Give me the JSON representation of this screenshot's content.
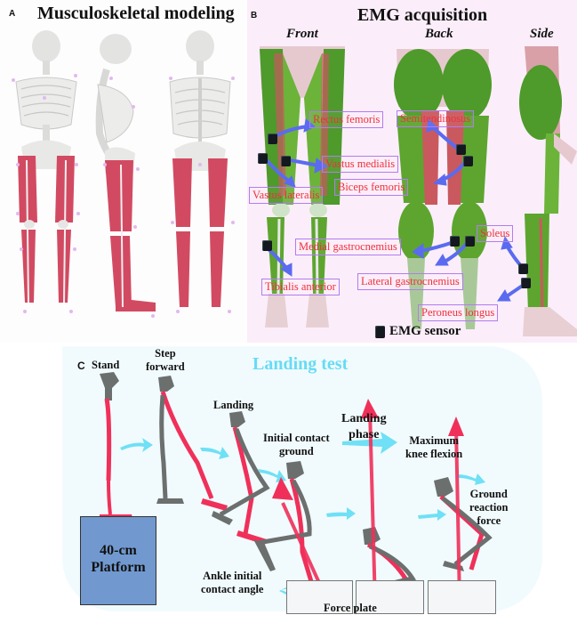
{
  "panel_a": {
    "letter": "A",
    "title": "Musculoskeletal modeling",
    "views": [
      "front",
      "side",
      "back"
    ]
  },
  "panel_b": {
    "letter": "B",
    "title": "EMG acquisition",
    "views": {
      "front": "Front",
      "back": "Back",
      "side": "Side"
    },
    "muscles": [
      {
        "name": "Rectus femoris",
        "view": "front"
      },
      {
        "name": "Vastus medialis",
        "view": "front"
      },
      {
        "name": "Vastus lateralis",
        "view": "front"
      },
      {
        "name": "Tibialis anterior",
        "view": "front"
      },
      {
        "name": "Semitendinosus",
        "view": "back"
      },
      {
        "name": "Biceps femoris",
        "view": "back"
      },
      {
        "name": "Medial gastrocnemius",
        "view": "back"
      },
      {
        "name": "Lateral gastrocnemius",
        "view": "back"
      },
      {
        "name": "Soleus",
        "view": "side"
      },
      {
        "name": "Peroneus longus",
        "view": "side"
      }
    ],
    "legend": "EMG sensor"
  },
  "panel_c": {
    "letter": "C",
    "title": "Landing test",
    "phases": {
      "stand": "Stand",
      "step_forward_1": "Step",
      "step_forward_2": "forward",
      "landing": "Landing",
      "initial_contact_1": "Initial contact",
      "initial_contact_2": "ground",
      "landing_phase_1": "Landing",
      "landing_phase_2": "phase",
      "max_knee_1": "Maximum",
      "max_knee_2": "knee flexion",
      "grf_1": "Ground",
      "grf_2": "reaction",
      "grf_3": "force",
      "ankle_1": "Ankle initial",
      "ankle_2": "contact angle"
    },
    "platform": {
      "line1": "40-cm",
      "line2": "Platform"
    },
    "force_plate": "Force plate"
  },
  "colors": {
    "muscle_red": "#d94a63",
    "bone_white": "#e6e7e5",
    "emg_green": "#5aaa2e",
    "label_red": "#f0303a",
    "label_border": "#b27cf0",
    "arrow_blue": "#5a6bf0",
    "arrow_cyan": "#6fe0f5",
    "title_cyan": "#67dbf5",
    "skeleton_gray": "#6b6f6e",
    "skeleton_pink": "#f0305a",
    "platform_blue": "#7199cf",
    "grf_arrow": "#f0305a"
  }
}
